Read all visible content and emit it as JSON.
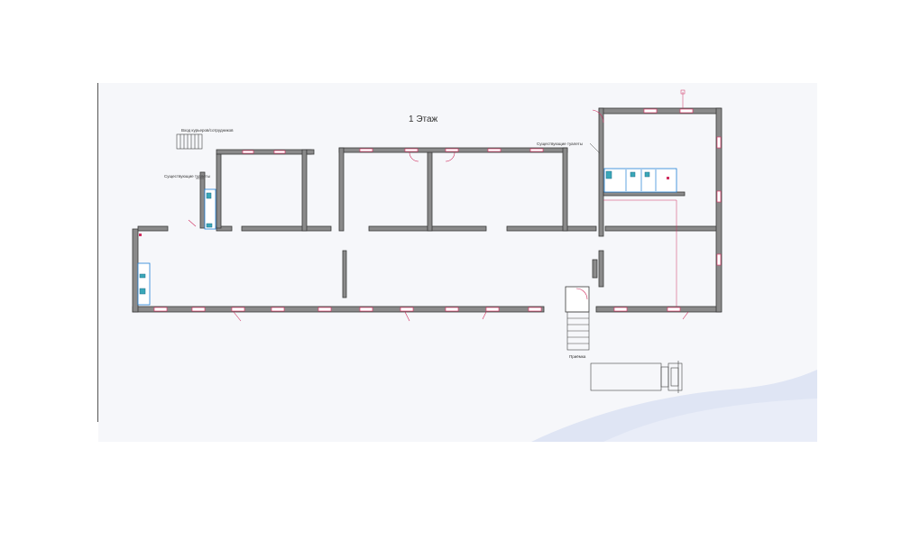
{
  "plan": {
    "title": "1 Этаж",
    "labels": {
      "entrance": "Вход курьеров/сотрудников",
      "toilets_left": "Существующие туалеты",
      "toilets_right": "Существующие туалеты",
      "receiving": "Приёмка"
    }
  },
  "colors": {
    "wall": "#8a8a8a",
    "window": "#e04070",
    "fixture": "#1e7fd6",
    "decor_wave": "#dfe5f4"
  },
  "icons": [
    "truck-icon",
    "toilet-icon",
    "stair-icon",
    "door-icon"
  ]
}
